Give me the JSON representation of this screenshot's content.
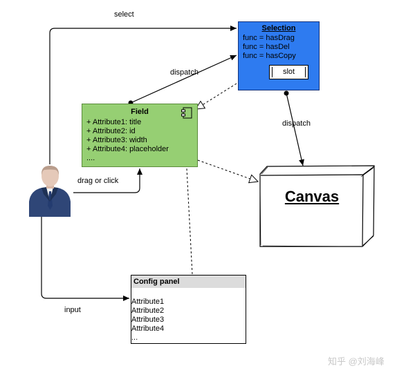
{
  "edges": {
    "select": "select",
    "dispatch_field": "dispatch",
    "dispatch_canvas": "dispatch",
    "drag_or_click": "drag or click",
    "input": "input"
  },
  "selection": {
    "title": "Selection",
    "attributes": [
      "func = hasDrag",
      "func = hasDel",
      "func = hasCopy"
    ],
    "slot": "slot",
    "fill_color": "#2e7bf0"
  },
  "field": {
    "title": "Field",
    "attributes": [
      "+ Attribute1: title",
      "+ Attribute2: id",
      "+ Attribute3: width",
      "+ Attribute4: placeholder",
      "...."
    ],
    "fill_color": "#96cf73",
    "icon": "component-icon"
  },
  "canvas": {
    "title": "Canvas"
  },
  "config": {
    "title": "Config panel",
    "attributes": [
      "Attribute1",
      "Attribute2",
      "Attribute3",
      "Attribute4",
      "..."
    ]
  },
  "user": {
    "icon": "user-icon"
  },
  "watermark": "知乎 @刘海峰"
}
